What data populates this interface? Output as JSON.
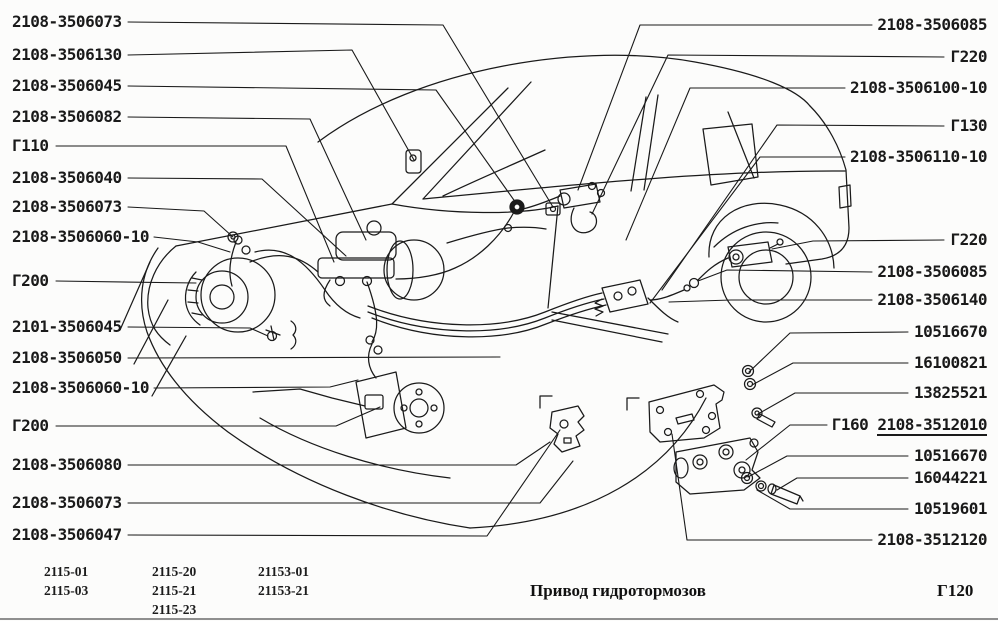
{
  "page": {
    "title": "Привод гидротормозов",
    "page_code": "Г120"
  },
  "labels_left": [
    "2108-3506073",
    "2108-3506130",
    "2108-3506045",
    "2108-3506082",
    "Г110",
    "2108-3506040",
    "2108-3506073",
    "2108-3506060-10",
    "Г200",
    "2101-3506045",
    "2108-3506050",
    "2108-3506060-10",
    "Г200",
    "2108-3506080",
    "2108-3506073",
    "2108-3506047"
  ],
  "labels_right": [
    "2108-3506085",
    "Г220",
    "2108-3506100-10",
    "Г130",
    "2108-3506110-10",
    "Г220",
    "2108-3506085",
    "2108-3506140",
    "10516670",
    "16100821",
    "13825521",
    {
      "page": "Г160",
      "number": "2108-3512010"
    },
    "10516670",
    "16044221",
    "10519601",
    "2108-3512120"
  ],
  "applicability": {
    "columns": [
      [
        "2115-01",
        "2115-03"
      ],
      [
        "2115-20",
        "2115-21",
        "2115-23"
      ],
      [
        "21153-01",
        "21153-21"
      ]
    ]
  },
  "colors": {
    "ink": "#1a1a1a",
    "paper": "#fcfcfb"
  }
}
